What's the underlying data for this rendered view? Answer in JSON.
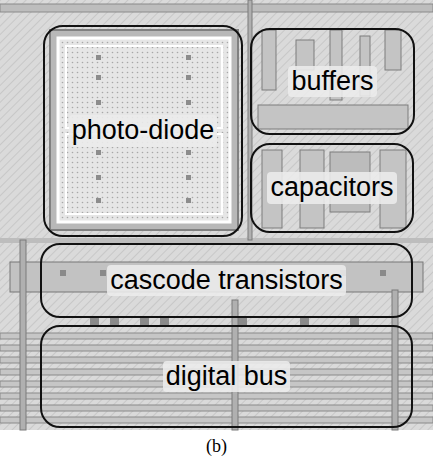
{
  "diagram": {
    "caption": "(b)",
    "nodes": [
      {
        "text": [
          "photo-diode"
        ]
      },
      {
        "text": [
          "buffers"
        ]
      },
      {
        "text": [
          "capacitors"
        ]
      },
      {
        "text": [
          "cascode transistors"
        ]
      },
      {
        "text": [
          "digital bus"
        ]
      }
    ]
  }
}
